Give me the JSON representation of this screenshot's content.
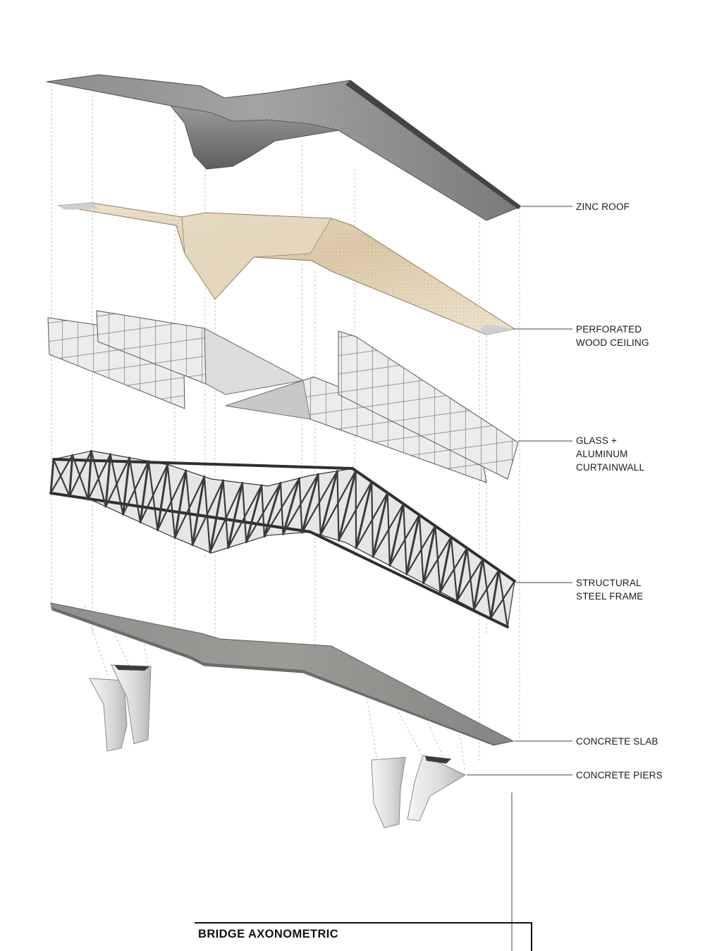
{
  "title": "BRIDGE AXONOMETRIC",
  "layers": [
    {
      "id": "zinc-roof",
      "lines": [
        "ZINC ROOF"
      ],
      "icon": "zinc-roof-icon",
      "color": "#6f6f6f"
    },
    {
      "id": "wood-ceiling",
      "lines": [
        "PERFORATED",
        "WOOD CEILING"
      ],
      "icon": "wood-ceiling-icon",
      "color": "#dccab0"
    },
    {
      "id": "curtainwall",
      "lines": [
        "GLASS +",
        "ALUMINUM",
        "CURTAINWALL"
      ],
      "icon": "curtainwall-icon",
      "color": "#e4e4e4"
    },
    {
      "id": "steel-frame",
      "lines": [
        "STRUCTURAL",
        "STEEL FRAME"
      ],
      "icon": "steel-frame-icon",
      "color": "#d8d8d8"
    },
    {
      "id": "concrete-slab",
      "lines": [
        "CONCRETE SLAB"
      ],
      "icon": "concrete-slab-icon",
      "color": "#8c8c8a"
    },
    {
      "id": "concrete-piers",
      "lines": [
        "CONCRETE PIERS"
      ],
      "icon": "concrete-piers-icon",
      "color": "#e9e9e9"
    }
  ],
  "colors": {
    "line": "#444444",
    "dashed": "#b5b5b5",
    "text": "#1a1a1a"
  }
}
